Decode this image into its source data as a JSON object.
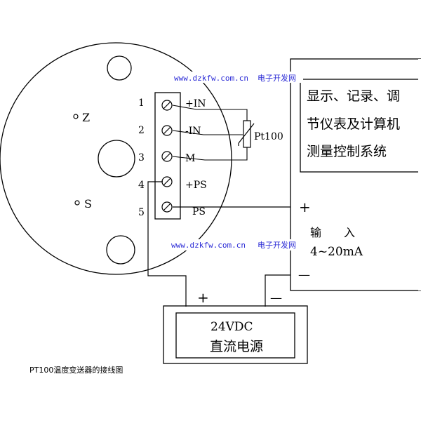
{
  "watermark_top": "www.dzkfw.com.cn",
  "watermark_top_cn": "电子开发网",
  "watermark_mid": "www.dzkfw.com.cn",
  "watermark_mid_cn": "电子开发网",
  "disc_labels": {
    "z": "Z",
    "s": "S"
  },
  "terminal_numbers": [
    "1",
    "2",
    "3",
    "4",
    "5"
  ],
  "terminal_labels": [
    "+IN",
    "-IN",
    "M",
    "+PS",
    "PS"
  ],
  "sensor_label": "Pt100",
  "display_box_lines": [
    "显示、记录、调",
    "节仪表及计算机",
    "测量控制系统"
  ],
  "input_plus": "+",
  "input_minus": "—",
  "input_label": "输　　入",
  "input_range": "4~20mA",
  "psu_plus": "+",
  "psu_minus": "—",
  "psu_voltage": "24VDC",
  "psu_name": "直流电源",
  "caption": "PT100温度变送器的接线图",
  "colors": {
    "line": "#000000",
    "watermark": "#2b2bd6"
  }
}
